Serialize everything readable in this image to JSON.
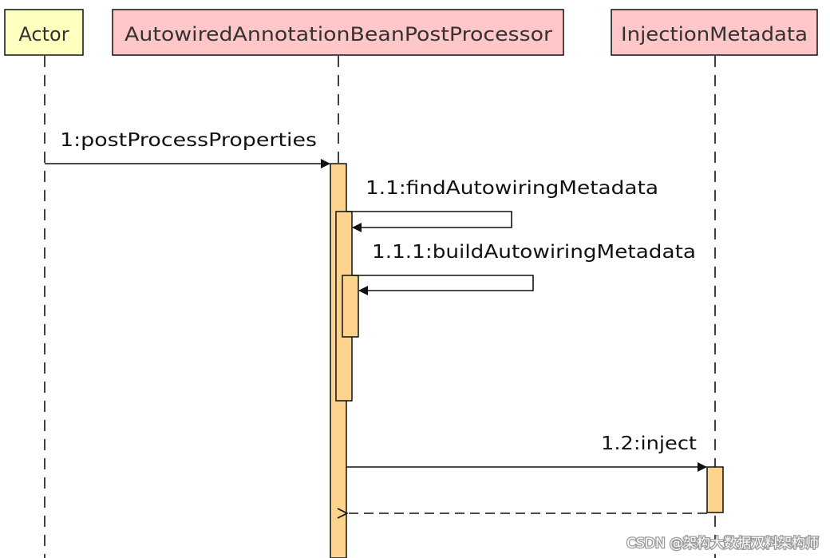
{
  "colors": {
    "actor_fill": "#ffffc0",
    "participant_fill": "#ffc7c7",
    "activation_fill": "#fdd38d",
    "line": "#111111"
  },
  "participants": [
    {
      "id": "actor",
      "label": "Actor"
    },
    {
      "id": "processor",
      "label": "AutowiredAnnotationBeanPostProcessor"
    },
    {
      "id": "metadata",
      "label": "InjectionMetadata"
    }
  ],
  "messages": [
    {
      "id": "m1",
      "label": "1:postProcessProperties",
      "from": "actor",
      "to": "processor",
      "kind": "call"
    },
    {
      "id": "m11",
      "label": "1.1:findAutowiringMetadata",
      "from": "processor",
      "to": "processor",
      "kind": "self"
    },
    {
      "id": "m111",
      "label": "1.1.1:buildAutowiringMetadata",
      "from": "processor",
      "to": "processor",
      "kind": "self"
    },
    {
      "id": "m12",
      "label": "1.2:inject",
      "from": "processor",
      "to": "metadata",
      "kind": "call"
    },
    {
      "id": "m12r",
      "label": "",
      "from": "metadata",
      "to": "processor",
      "kind": "return"
    }
  ],
  "watermark": "CSDN @架构大数据双料架构师"
}
